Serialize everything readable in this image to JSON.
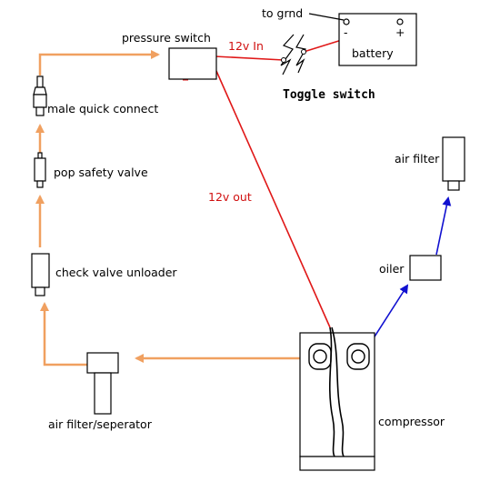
{
  "labels": {
    "to_ground": "to grnd",
    "battery": "battery",
    "battery_minus": "-",
    "battery_plus": "+",
    "toggle_switch": "Toggle switch",
    "pressure_switch": "pressure switch",
    "wire_12v_in": "12v In",
    "wire_12v_out": "12v out",
    "male_quick_connect": "male quick connect",
    "pop_safety_valve": "pop safety valve",
    "check_valve_unloader": "check valve unloader",
    "air_filter_separator": "air filter/seperator",
    "air_filter": "air filter",
    "oiler": "oiler",
    "compressor": "compressor"
  },
  "colors": {
    "air_line": "#f0a060",
    "power_wire": "#e01818",
    "oil_line": "#1010d0",
    "outline": "#000000"
  }
}
